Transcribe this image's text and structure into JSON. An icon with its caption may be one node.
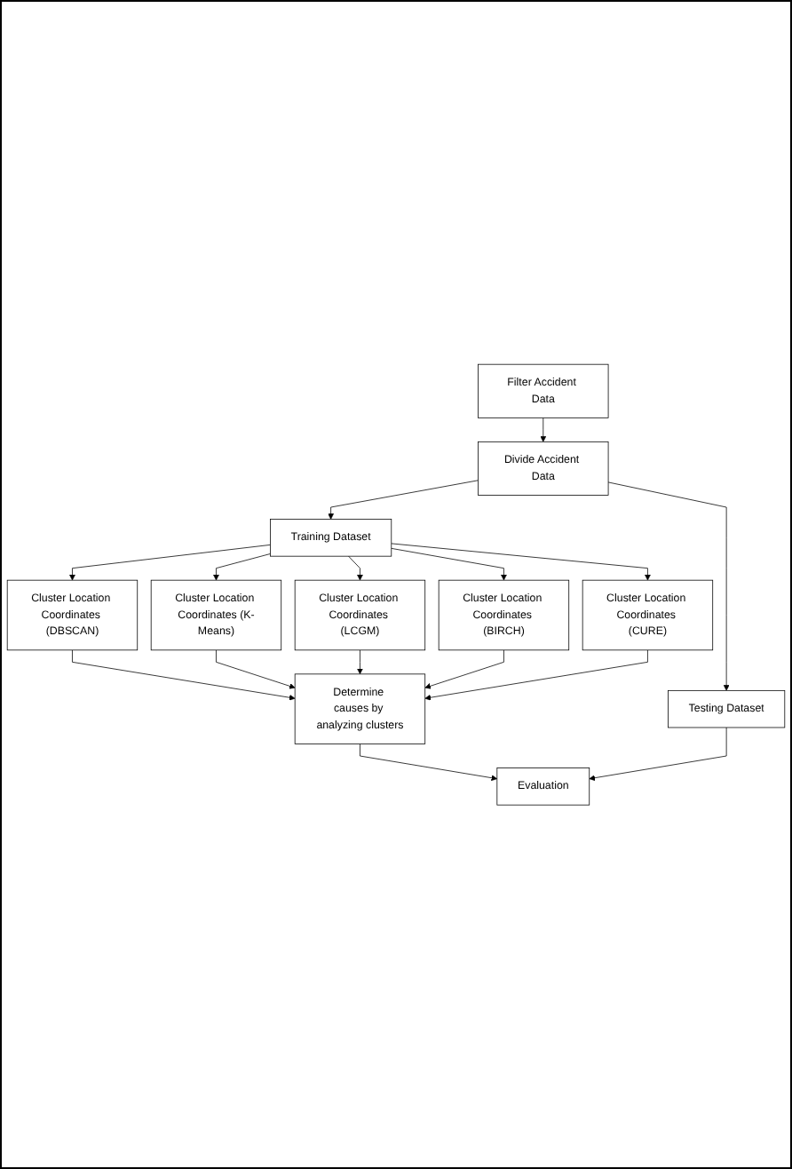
{
  "diagram": {
    "nodes": [
      {
        "text": [
          "Filter Accident Data"
        ]
      },
      {
        "text": [
          "Divide Accident Data"
        ]
      },
      {
        "text": [
          "Training Dataset"
        ]
      },
      {
        "text": [
          "Testing Dataset"
        ]
      },
      {
        "text": [
          "Cluster Location Coordinates (DBSCAN)"
        ]
      },
      {
        "text": [
          "Cluster Location Coordinates (K-Means)"
        ]
      },
      {
        "text": [
          "Cluster Location Coordinates (LCGM)"
        ]
      },
      {
        "text": [
          "Cluster Location Coordinates (BIRCH)"
        ]
      },
      {
        "text": [
          "Cluster Location Coordinates (CURE)"
        ]
      },
      {
        "text": [
          "Determine causes by analyzing clusters"
        ]
      },
      {
        "text": [
          "Evaluation"
        ]
      }
    ],
    "edges": [
      {
        "from": 0,
        "to": 1,
        "arrow": "to"
      },
      {
        "from": 1,
        "to": 2,
        "arrow": "to"
      },
      {
        "from": 1,
        "to": 3,
        "arrow": "to"
      },
      {
        "from": 2,
        "to": 4,
        "arrow": "to"
      },
      {
        "from": 2,
        "to": 5,
        "arrow": "to"
      },
      {
        "from": 2,
        "to": 6,
        "arrow": "to"
      },
      {
        "from": 2,
        "to": 7,
        "arrow": "to"
      },
      {
        "from": 2,
        "to": 8,
        "arrow": "to"
      },
      {
        "from": 4,
        "to": 9,
        "arrow": "to"
      },
      {
        "from": 5,
        "to": 9,
        "arrow": "to"
      },
      {
        "from": 6,
        "to": 9,
        "arrow": "to"
      },
      {
        "from": 7,
        "to": 9,
        "arrow": "to"
      },
      {
        "from": 8,
        "to": 9,
        "arrow": "to"
      },
      {
        "from": 9,
        "to": 10,
        "arrow": "to"
      },
      {
        "from": 3,
        "to": 10,
        "arrow": "to"
      }
    ]
  }
}
